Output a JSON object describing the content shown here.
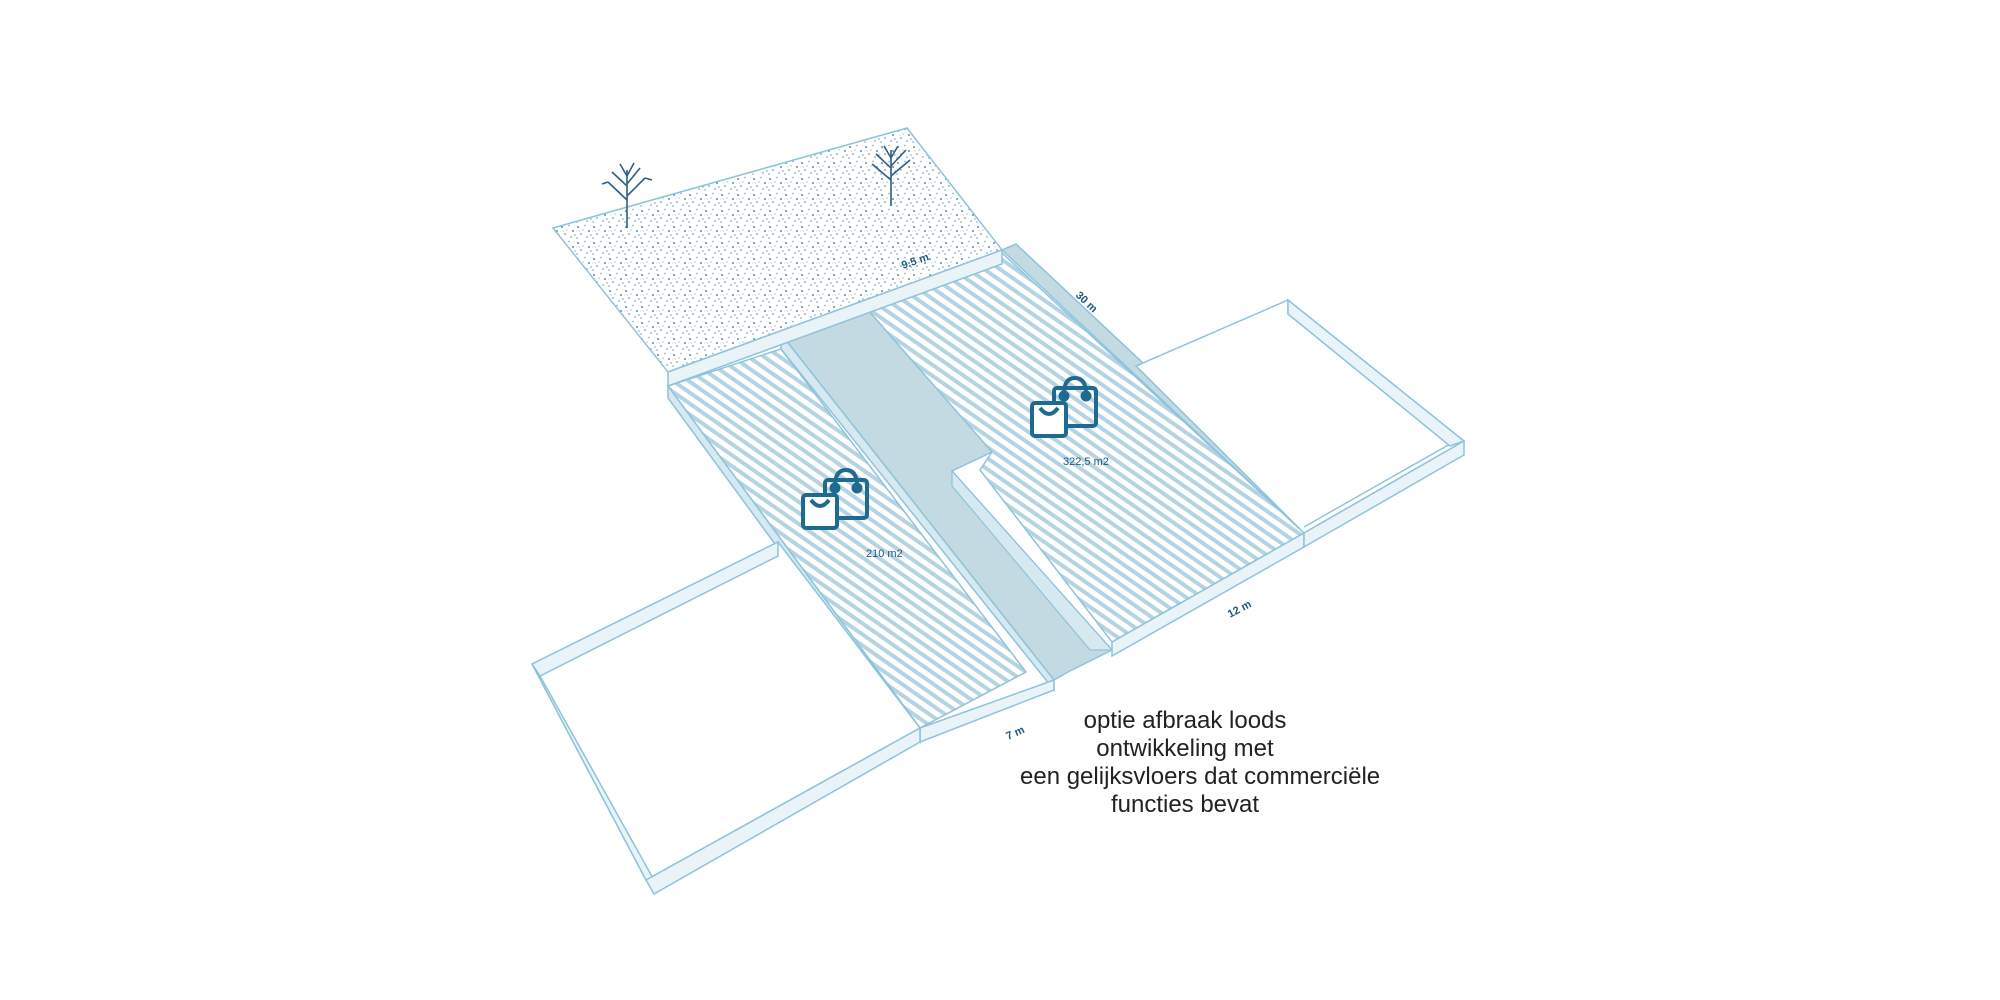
{
  "dimensions": {
    "width_top": "9.5 m",
    "length": "30 m",
    "width_right": "12 m",
    "width_left": "7 m"
  },
  "areas": {
    "left_unit": "210 m2",
    "right_unit": "322,5  m2"
  },
  "caption": [
    "optie afbraak loods",
    "ontwikkeling met",
    "een gelijksvloers dat commerciële",
    "functies bevat"
  ],
  "icons": [
    "shopping-bag-icon",
    "tree-icon"
  ],
  "colors": {
    "line": "#8ec3dc",
    "corridor": "#c3dae2",
    "hatch": "#b5d3e3",
    "speckle": "#2e6e99",
    "text_accent": "#1f5a85",
    "icon": "#1f6b8f"
  }
}
